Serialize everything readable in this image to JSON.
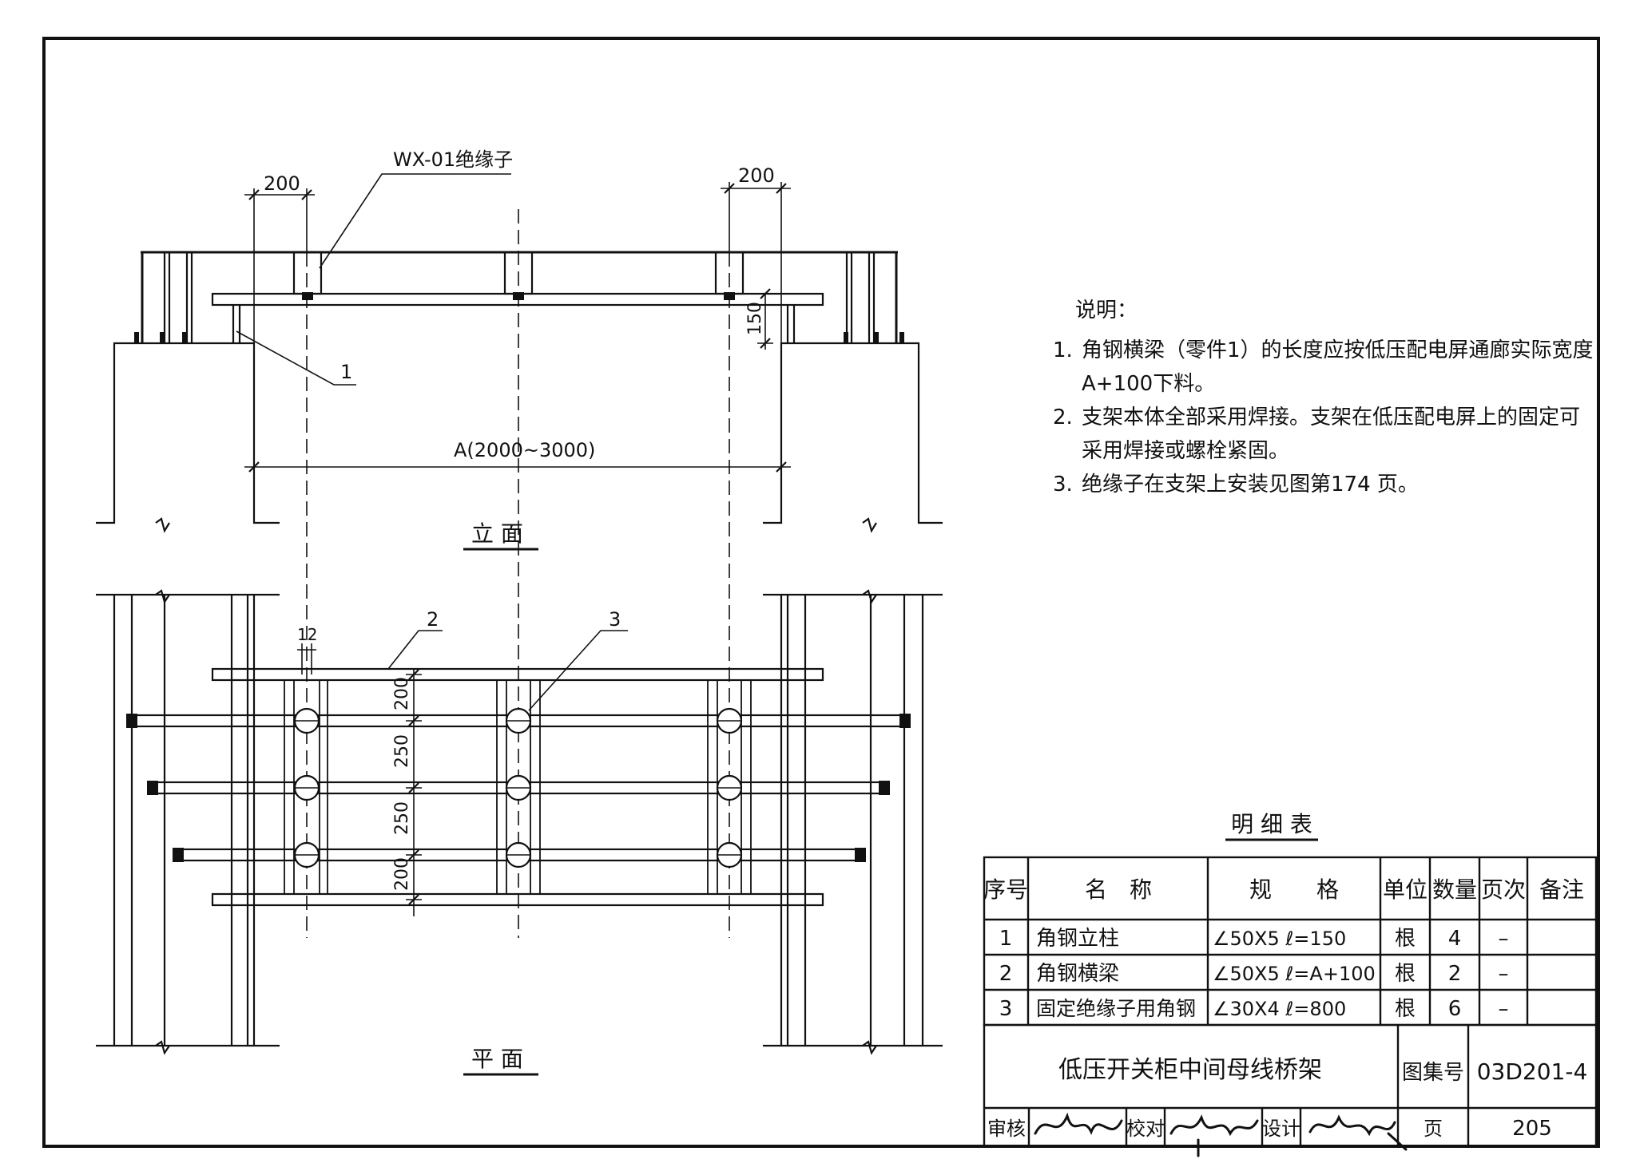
{
  "labels": {
    "insulator": "WX-01绝缘子",
    "dim_200": "200",
    "dim_150": "150",
    "dim_250": "250",
    "dim_12": "12",
    "dim_span": "A(2000~3000)",
    "part_1": "1",
    "part_2": "2",
    "part_3": "3",
    "view_elevation": "立 面",
    "view_plan": "平 面"
  },
  "notes": {
    "heading": "说明：",
    "items": [
      {
        "num": "1.",
        "text": "角钢横梁（零件1）的长度应按低压配电屏通廊实际宽度A+100下料。"
      },
      {
        "num": "2.",
        "text": "支架本体全部采用焊接。支架在低压配电屏上的固定可采用焊接或螺栓紧固。"
      },
      {
        "num": "3.",
        "text": "绝缘子在支架上安装见图第174 页。"
      }
    ]
  },
  "bom": {
    "title": "明 细 表",
    "headers": [
      "序号",
      "名　称",
      "规　　格",
      "单位",
      "数量",
      "页次",
      "备注"
    ],
    "rows": [
      [
        "1",
        "角钢立柱",
        "∠50X5  ℓ=150",
        "根",
        "4",
        "–",
        ""
      ],
      [
        "2",
        "角钢横梁",
        "∠50X5  ℓ=A+100",
        "根",
        "2",
        "–",
        ""
      ],
      [
        "3",
        "固定绝缘子用角钢",
        "∠30X4  ℓ=800",
        "根",
        "6",
        "–",
        ""
      ]
    ]
  },
  "title_block": {
    "drawing_title": "低压开关柜中间母线桥架",
    "atlas_label": "图集号",
    "atlas_no": "03D201-4",
    "review_label": "审核",
    "check_label": "校对",
    "design_label": "设计",
    "page_label": "页",
    "page_no": "205"
  }
}
